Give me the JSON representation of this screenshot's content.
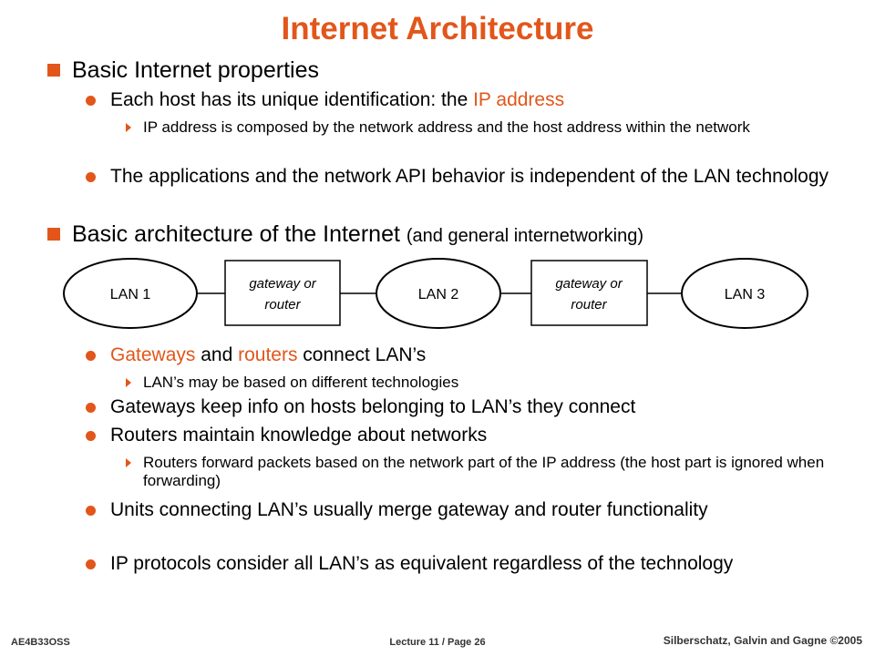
{
  "title": "Internet Architecture",
  "colors": {
    "accent": "#e2561b"
  },
  "sections": [
    {
      "heading": "Basic Internet properties"
    },
    {
      "heading": "Basic architecture of the Internet",
      "heading_note": "(and general internetworking)"
    }
  ],
  "bullets": {
    "b1": {
      "pre": "Each host has its unique identification: the ",
      "hl": "IP address"
    },
    "b1_sub": "IP address is composed by the network address and the host address within the network",
    "b2": "The applications and the network API behavior is independent of the LAN technology",
    "b3": {
      "hl1": "Gateways",
      "mid": " and ",
      "hl2": "routers",
      "post": " connect LAN’s"
    },
    "b3_sub": "LAN’s may be based on different technologies",
    "b4": "Gateways keep info on hosts belonging to LAN’s they connect",
    "b5": "Routers maintain knowledge about networks",
    "b5_sub": "Routers forward packets based on the network part of the IP address (the host part is ignored when forwarding)",
    "b6": "Units connecting LAN’s usually merge gateway and router functionality",
    "b7": "IP protocols consider all LAN’s as equivalent regardless of the technology"
  },
  "diagram": {
    "lans": [
      "LAN 1",
      "LAN 2",
      "LAN 3"
    ],
    "gateway_line1": "gateway or",
    "gateway_line2": "router"
  },
  "footer": {
    "left": "AE4B33OSS",
    "center": "Lecture 11 / Page 26",
    "right": "Silberschatz, Galvin and Gagne ©2005"
  }
}
